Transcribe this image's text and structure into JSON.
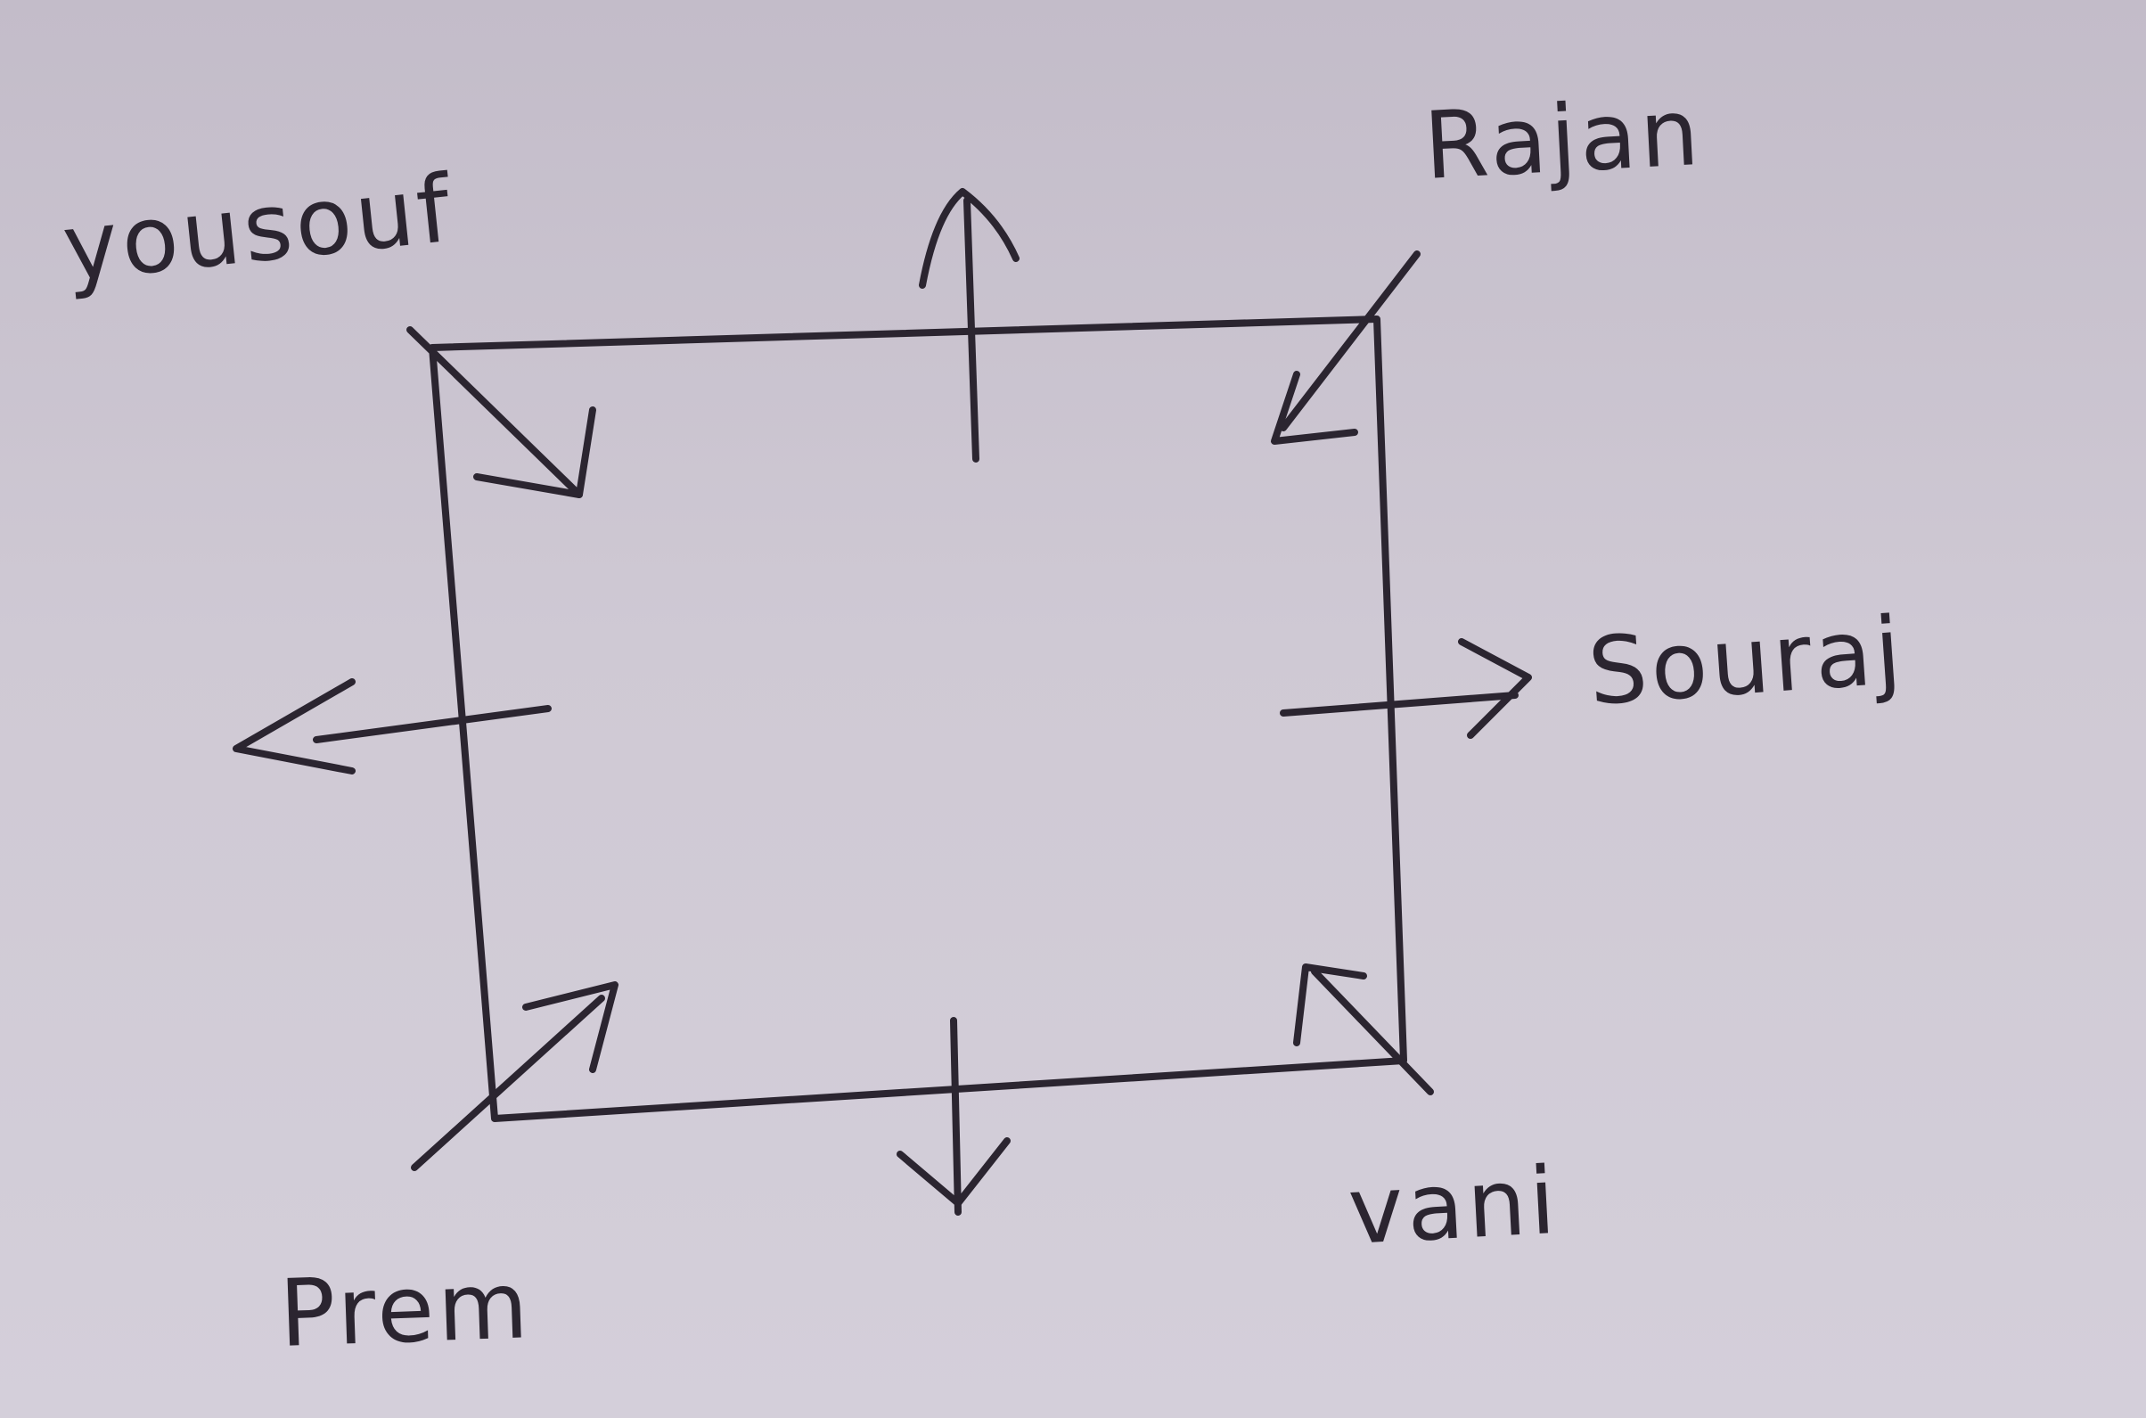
{
  "diagram": {
    "labels": {
      "top_left": "yousouf",
      "top_right": "Rajan",
      "right": "Souraj",
      "bottom_right": "vani",
      "bottom_left": "Prem"
    },
    "ink_color": "#2b2530",
    "paper_color": "#cfc9d4"
  }
}
